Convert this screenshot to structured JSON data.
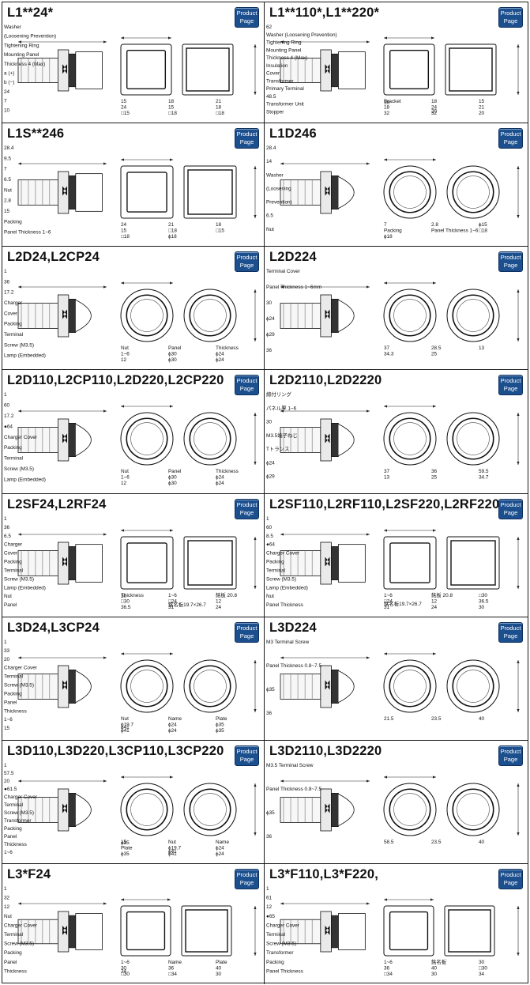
{
  "product_button": {
    "line1": "Product",
    "line2": "Page"
  },
  "cells": [
    {
      "title": "L1**24*",
      "labels": [
        "Washer",
        "(Loosening Prevention)",
        "Tightening Ring",
        "Mounting Panel",
        "Thickness 4 (Max)",
        "a (+)",
        "b (−)",
        "24",
        "7",
        "10",
        "15",
        "18",
        "21",
        "24",
        "15",
        "18",
        "□15",
        "□18",
        "□18"
      ]
    },
    {
      "title": "L1**110*,L1**220*",
      "labels": [
        "62",
        "Washer (Loosening Prevention)",
        "Tightening Ring",
        "Mounting Panel",
        "Thickness 4 (Max)",
        "Insulation",
        "Cover",
        "Transformer",
        "Primary Terminal",
        "48.5",
        "Transformer Unit",
        "Stopper",
        "Bracket",
        "18",
        "15",
        "18",
        "24",
        "21",
        "32",
        "32",
        "20",
        "18",
        "20"
      ]
    },
    {
      "title": "L1S**246",
      "labels": [
        "28.4",
        "9.5",
        "7",
        "6.5",
        "Nut",
        "2.8",
        "15",
        "Packing",
        "Panel Thickness 1~6",
        "24",
        "21",
        "18",
        "15",
        "□18",
        "□15",
        "□18",
        "ϕ18"
      ]
    },
    {
      "title": "L1D246",
      "labels": [
        "28.4",
        "14",
        "Washer",
        "(Loosening",
        "Prevention)",
        "6.5",
        "Nut",
        "7",
        "2.8",
        "ϕ15",
        "Packing",
        "Panel Thickness 1~6",
        "□18",
        "ϕ18"
      ]
    },
    {
      "title": "L2D24,L2CP24",
      "labels": [
        "1",
        "36",
        "17.2",
        "Charger",
        "Cover",
        "Packing",
        "Terminal",
        "Screw (M3.5)",
        "Lamp (Embedded)",
        "Nut",
        "Panel",
        "Thickness",
        "1~6",
        "ϕ30",
        "ϕ24",
        "12",
        "ϕ30",
        "ϕ24"
      ]
    },
    {
      "title": "L2D224",
      "labels": [
        "Terminal Cover",
        "Panel Thickness 1~6mm",
        "30",
        "ϕ24",
        "ϕ29",
        "36",
        "37",
        "28.5",
        "13",
        "34.3",
        "25"
      ]
    },
    {
      "title": "L2D110,L2CP110,L2D220,L2CP220",
      "labels": [
        "1",
        "60",
        "17.2",
        "●64",
        "Charger Cover",
        "Packing",
        "Terminal",
        "Screw (M3.5)",
        "Lamp (Embedded)",
        "Nut",
        "Panel",
        "Thickness",
        "1~6",
        "ϕ30",
        "ϕ24",
        "12",
        "ϕ30",
        "ϕ24"
      ]
    },
    {
      "title": "L2D2110,L2D2220",
      "labels": [
        "締付リング",
        "パネル厚 1~6",
        "30",
        "M3.5端子ねじ",
        "Tトランス",
        "ϕ24",
        "ϕ29",
        "37",
        "36",
        "59.5",
        "13",
        "25",
        "34.7"
      ]
    },
    {
      "title": "L2SF24,L2RF24",
      "labels": [
        "1",
        "36",
        "6.5",
        "Charger",
        "Cover",
        "Packing",
        "Terminal",
        "Screw (M3.5)",
        "Lamp (Embedded)",
        "Nut",
        "Panel",
        "Thickness",
        "1~6",
        "銘板 20.8",
        "□30",
        "□24",
        "12",
        "36.5",
        "31",
        "24",
        "30",
        "銘名板19.7×26.7"
      ]
    },
    {
      "title": "L2SF110,L2RF110,L2SF220,L2RF220",
      "labels": [
        "1",
        "60",
        "8.5",
        "●64",
        "Charger Cover",
        "Packing",
        "Terminal",
        "Screw (M3.5)",
        "Lamp (Embedded)",
        "Nut",
        "Panel Thickness",
        "1~6",
        "銘板 20.8",
        "□30",
        "□24",
        "12",
        "36.5",
        "31",
        "24",
        "30",
        "銘名板19.7×26.7"
      ]
    },
    {
      "title": "L3D24,L3CP24",
      "labels": [
        "1",
        "33",
        "20",
        "Charger Cover",
        "Terminal",
        "Screw (M3.5)",
        "Packing",
        "Panel",
        "Thickness",
        "1~6",
        "15",
        "Nut",
        "Name",
        "Plate",
        "ϕ19.7",
        "ϕ24",
        "ϕ35",
        "ϕ41",
        "ϕ24",
        "ϕ35",
        "ϕ41"
      ]
    },
    {
      "title": "L3D224",
      "labels": [
        "M3 Terminal Screw",
        "Panel Thickness 0.8~7.5",
        "ϕ35",
        "36",
        "21.5",
        "23.5",
        "40"
      ]
    },
    {
      "title": "L3D110,L3D220,L3CP110,L3CP220",
      "labels": [
        "1",
        "57.5",
        "20",
        "●61.5",
        "Charger Cover",
        "Terminal",
        "Screw (M3.5)",
        "Transformer",
        "Packing",
        "Panel",
        "Thickness",
        "1~6",
        "15",
        "Nut",
        "Name",
        "Plate",
        "ϕ19.7",
        "ϕ24",
        "ϕ35",
        "ϕ41",
        "ϕ24",
        "ϕ35",
        "ϕ41"
      ]
    },
    {
      "title": "L3D2110,L3D2220",
      "labels": [
        "M3.5 Terminal Screw",
        "Panel Thickness 0.8~7.5",
        "ϕ35",
        "36",
        "58.5",
        "23.5",
        "40"
      ]
    },
    {
      "title": "L3*F24",
      "labels": [
        "1",
        "32",
        "12",
        "Nut",
        "Charger Cover",
        "Terminal",
        "Screw (M3.5)",
        "Packing",
        "Panel",
        "Thickness",
        "1~6",
        "Name",
        "Plate",
        "30",
        "36",
        "40",
        "□30",
        "□34",
        "30",
        "34"
      ]
    },
    {
      "title": "L3*F110,L3*F220,",
      "labels": [
        "1",
        "61",
        "12",
        "●65",
        "Charger Cover",
        "Terminal",
        "Screw (M3.5)",
        "Transformer",
        "Packing",
        "Panel Thickness",
        "1~6",
        "銘名板",
        "30",
        "36",
        "40",
        "□30",
        "□34",
        "30",
        "34"
      ]
    }
  ]
}
